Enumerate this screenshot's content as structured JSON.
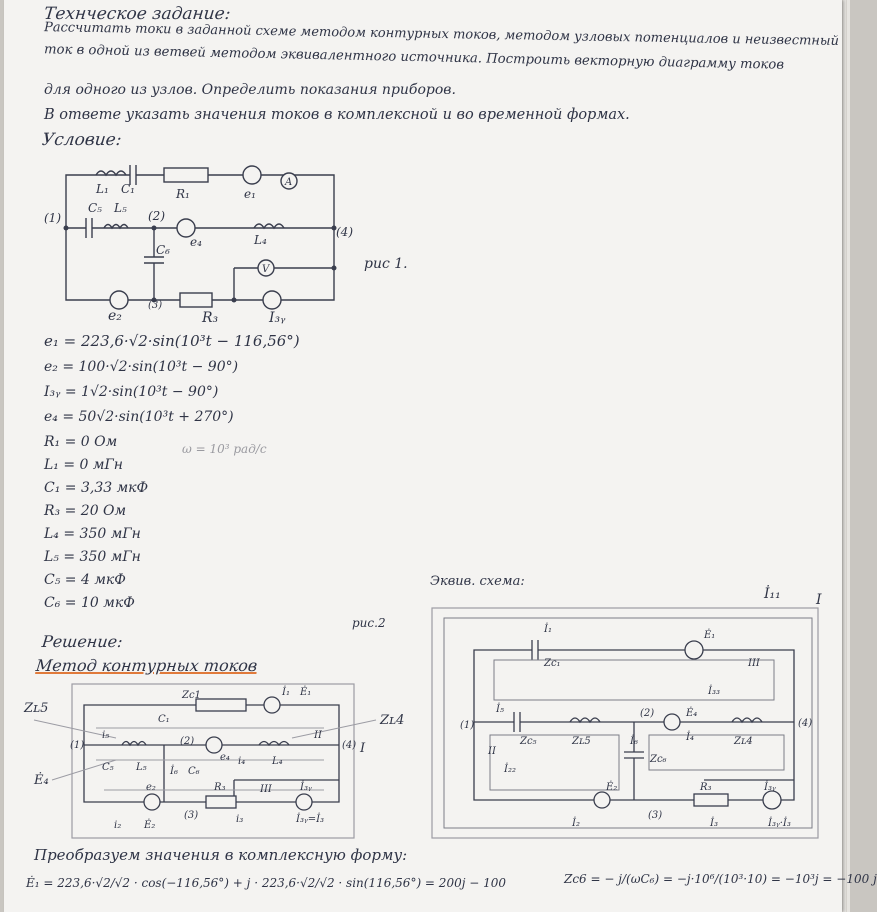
{
  "document": {
    "title": "Технческое задание:",
    "task_lines": [
      "Рассчитать токи в заданной схеме методом контурных токов, методом узловых потенциалов и неизвестный",
      "ток в одной из ветвей методом эквивалентного источника. Построить векторную диаграмму токов",
      "для одного из узлов. Определить показания приборов.",
      "В ответе указать значения токов в комплексной и во временной формах."
    ],
    "condition_heading": "Условие:",
    "fig1_caption": "рис 1.",
    "fig2_caption": "рис.2",
    "given_values": [
      "e₁ = 223,6·√2·sin(10³t − 116,56°)",
      "e₂ = 100·√2·sin(10³t − 90°)",
      "I₃ᵧ = 1√2·sin(10³t − 90°)",
      "e₄ = 50√2·sin(10³t + 270°)",
      "R₁ = 0 Ом",
      "L₁ = 0 мГн",
      "C₁ = 3,33 мкФ",
      "R₃ = 20 Ом",
      "L₄ = 350 мГн",
      "L₅ = 350 мГн",
      "C₅ = 4 мкФ",
      "C₆ = 10 мкФ"
    ],
    "omega_note": "ω = 10³ рад/с",
    "solution_heading": "Решение:",
    "method_heading": "Метод контурных токов",
    "equiv_heading": "Эквив. схема:",
    "transform_line": "Преобразуем значения в комплексную форму:",
    "e1_complex": "Ė₁ = 223,6·√2/√2 · cos(−116,56°) + j · 223,6·√2/√2 · sin(116,56°) = 200j − 100",
    "zc6_formula": "Zc6 = − j/(ωC₆) = −j·10⁶/(10³·10) = −10³j = −100 j"
  },
  "fig1": {
    "labels": [
      "L₁",
      "C₁",
      "R₁",
      "e₁",
      "A",
      "(1)",
      "C₅",
      "L₅",
      "(2)",
      "e₄",
      "L₄",
      "(4)",
      "C₆",
      "V",
      "e₂",
      "(3)",
      "R₃",
      "I₃ᵧ"
    ]
  },
  "fig2": {
    "labels": [
      "Zʟ5",
      "Zc1",
      "İ₁",
      "Ė₁",
      "C₁",
      "(1)",
      "i₅",
      "C₅",
      "L₅",
      "(2)",
      "e₄",
      "i₄",
      "L₄",
      "II",
      "(4)",
      "I",
      "Zʟ4",
      "İ₆",
      "C₆",
      "Ė₄",
      "e₂",
      "R₃",
      "III",
      "İ₃ᵧ",
      "(3)",
      "i₂",
      "Ė₂",
      "i₃",
      "İ₃ᵧ=İ₃"
    ]
  },
  "fig3": {
    "labels": [
      "İ₁₁",
      "I",
      "İ₁",
      "Ė₁",
      "Zc₁",
      "III",
      "İ₃₃",
      "İ₅",
      "(1)",
      "Zc₅",
      "Zʟ5",
      "(2)",
      "Ė₄",
      "İ₄",
      "Zʟ4",
      "(4)",
      "II",
      "İ₂₂",
      "İ₆",
      "Zc₆",
      "Ė₂",
      "İ₂",
      "R₃",
      "(3)",
      "İ₃",
      "İ₃ᵧ",
      "İ₃ᵧ·İ₃"
    ]
  }
}
